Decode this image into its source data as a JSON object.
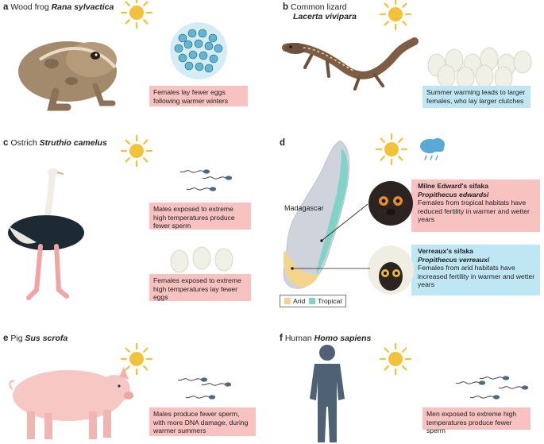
{
  "panels": {
    "a": {
      "letter": "a",
      "common": "Wood frog",
      "species": "Rana sylvactica",
      "note": "Females lay fewer eggs following warmer winters"
    },
    "b": {
      "letter": "b",
      "common": "Common lizard",
      "species": "Lacerta vivipara",
      "note": "Summer warming leads to larger females, who lay larger clutches"
    },
    "c": {
      "letter": "c",
      "common": "Ostrich",
      "species": "Struthio camelus",
      "note_sperm": "Males exposed to extreme high temperatures produce fewer sperm",
      "note_eggs": "Females exposed to extreme high temperatures lay fewer eggs"
    },
    "d": {
      "letter": "d",
      "map_label": "Madagascar",
      "sifaka1": {
        "common": "Milne Edward's sifaka",
        "species": "Propithecus edwardsi",
        "note": "Females from tropical habitats have reduced fertility in warmer and wetter years"
      },
      "sifaka2": {
        "common": "Verreaux's sifaka",
        "species": "Propithecus verreauxi",
        "note": "Females from arid habitats have increased fertility in warmer and wetter years"
      },
      "legend": {
        "arid": "Arid",
        "tropical": "Tropical"
      }
    },
    "e": {
      "letter": "e",
      "common": "Pig",
      "species": "Sus scrofa",
      "note": "Males produce fewer sperm, with more DNA damage, during warmer summers"
    },
    "f": {
      "letter": "f",
      "common": "Human",
      "species": "Homo sapiens",
      "note": "Men exposed to extreme high temperatures produce fewer sperm"
    }
  },
  "colors": {
    "pink_box": "#f7c2bf",
    "blue_box": "#bfe6f3",
    "sun": "#f2c23a",
    "arid": "#f3d48a",
    "tropical": "#7fd3c8",
    "cloud": "#5aa9d6"
  }
}
